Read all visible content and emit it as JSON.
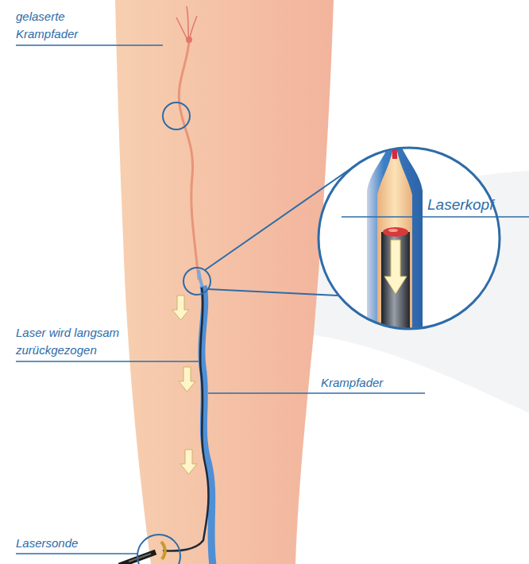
{
  "diagram": {
    "labels": [
      "gelaserte Krampfader",
      "Laserkopf",
      "Laser wird langsam zurückgezogen",
      "Krampfader",
      "Lasersonde"
    ]
  }
}
